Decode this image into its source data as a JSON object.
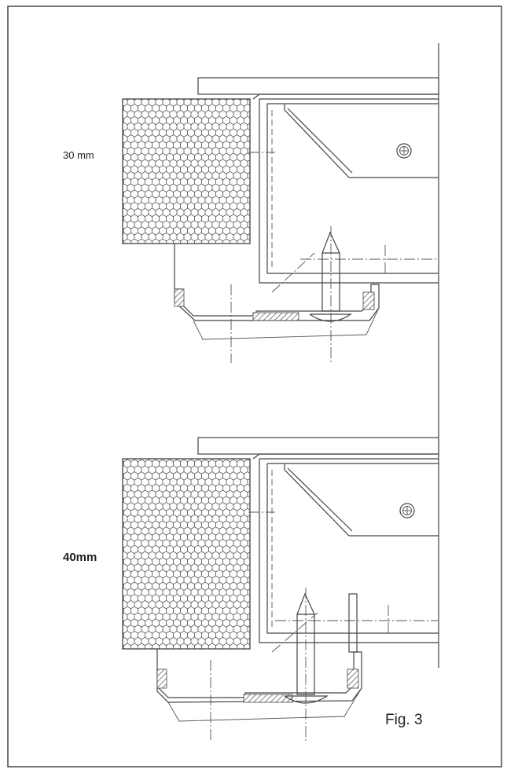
{
  "details": [
    {
      "thickness_label": "30 mm"
    },
    {
      "thickness_label": "40mm"
    }
  ],
  "caption": "Fig. 3",
  "colors": {
    "line": "#444444",
    "hatch": "#555555",
    "background": "#ffffff"
  }
}
